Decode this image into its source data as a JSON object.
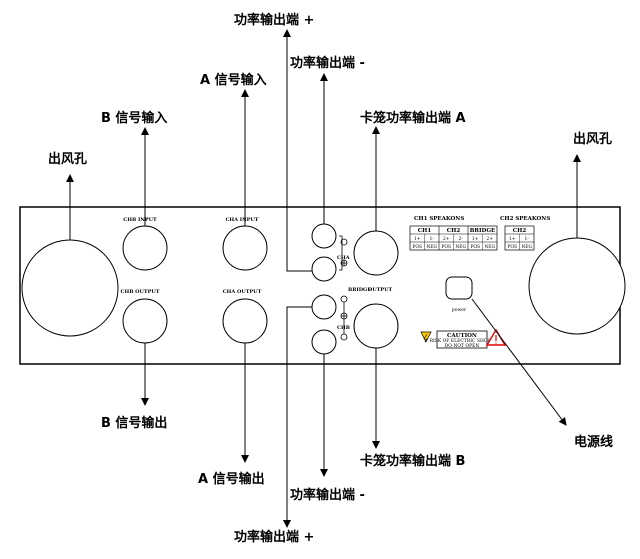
{
  "callouts": {
    "vent_left": "出风孔",
    "vent_right": "出风孔",
    "chb_input": "B 信号输入",
    "cha_input": "A 信号输入",
    "bridge_plus_top": "功率输出端 +",
    "bridge_minus_top": "功率输出端 -",
    "speakon_a": "卡笼功率输出端 A",
    "chb_output": "B 信号输出",
    "cha_output": "A 信号输出",
    "bridge_minus_bottom": "功率输出端 -",
    "bridge_plus_bottom": "功率输出端 +",
    "speakon_b": "卡笼功率输出端 B",
    "power_cord": "电源线"
  },
  "panel": {
    "chb_input": "CHB INPUT",
    "cha_input": "CHA INPUT",
    "chb_output": "CHB OUTPUT",
    "cha_output": "CHA OUTPUT",
    "cha_mark": "CHA",
    "chb_mark": "CHB",
    "bridge": "BRIDGE",
    "output": "OUTPUT",
    "power": "power",
    "caution_title": "CAUTION",
    "caution_line1": "RISK OF ELECTRIC SHOCK",
    "caution_line2": "DO NOT OPEN",
    "ch1_speakons": "CH1 SPEAKONS",
    "ch2_speakons": "CH2 SPEAKONS",
    "table1": {
      "headers": [
        "CH1",
        "CH2",
        "BRIDGE"
      ],
      "pins": [
        "1+",
        "1-",
        "2+",
        "2-",
        "1+",
        "2+"
      ],
      "polarity": [
        "POS",
        "NEG",
        "POS",
        "NEG",
        "POS",
        "NEG"
      ]
    },
    "table2": {
      "headers": [
        "CH2"
      ],
      "pins": [
        "1+",
        "1-"
      ],
      "polarity": [
        "POS",
        "NEG"
      ]
    }
  }
}
